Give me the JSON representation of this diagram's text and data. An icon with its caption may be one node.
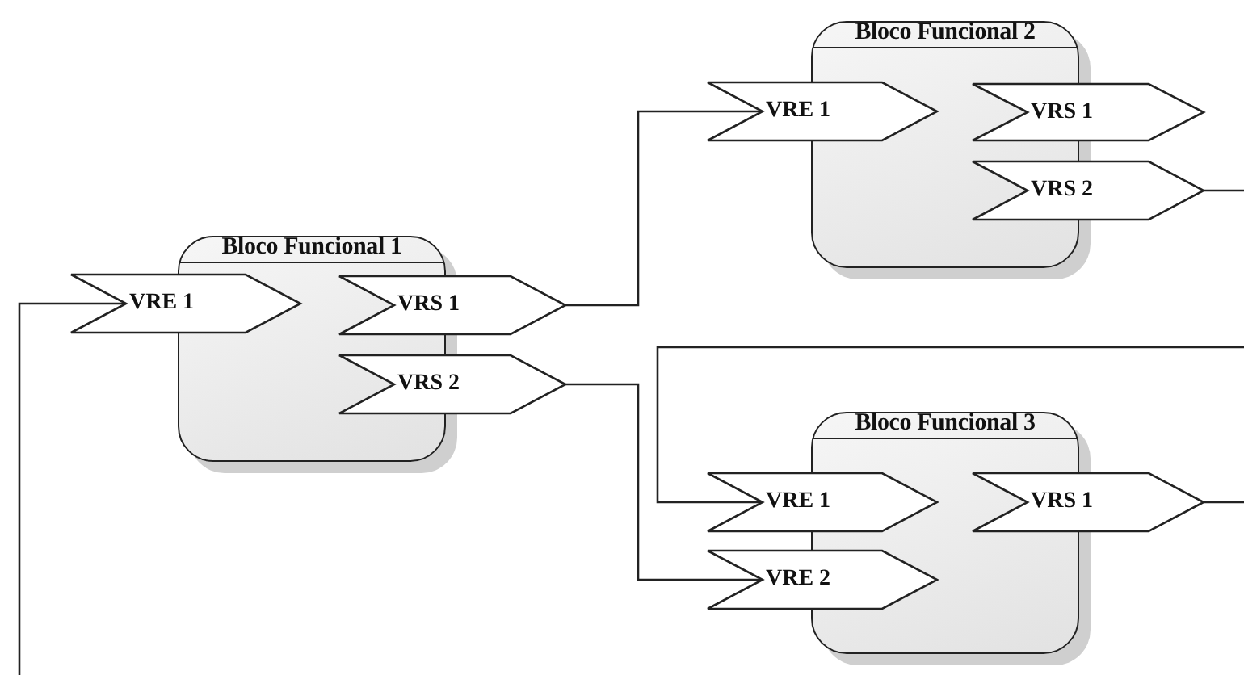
{
  "diagram": {
    "nodes": [
      {
        "text": [
          "Bloco Funcional 1"
        ]
      },
      {
        "text": [
          "VRE 1"
        ]
      },
      {
        "text": [
          "VRS 1"
        ]
      },
      {
        "text": [
          "VRS 2"
        ]
      },
      {
        "text": [
          "Bloco Funcional 2"
        ]
      },
      {
        "text": [
          "VRE 1"
        ]
      },
      {
        "text": [
          "VRS 1"
        ]
      },
      {
        "text": [
          "VRS 2"
        ]
      },
      {
        "text": [
          "Bloco Funcional 3"
        ]
      },
      {
        "text": [
          "VRE 1"
        ]
      },
      {
        "text": [
          "VRS 1"
        ]
      },
      {
        "text": [
          "VRE 2"
        ]
      }
    ],
    "edges": [
      {
        "from": null,
        "to": 1,
        "arrow": "none"
      },
      {
        "from": 2,
        "to": 5,
        "arrow": "none"
      },
      {
        "from": 3,
        "to": 11,
        "arrow": "none"
      },
      {
        "from": 7,
        "to": null,
        "arrow": "none"
      },
      {
        "from": null,
        "to": 9,
        "arrow": "none"
      },
      {
        "from": 10,
        "to": null,
        "arrow": "none"
      }
    ]
  }
}
